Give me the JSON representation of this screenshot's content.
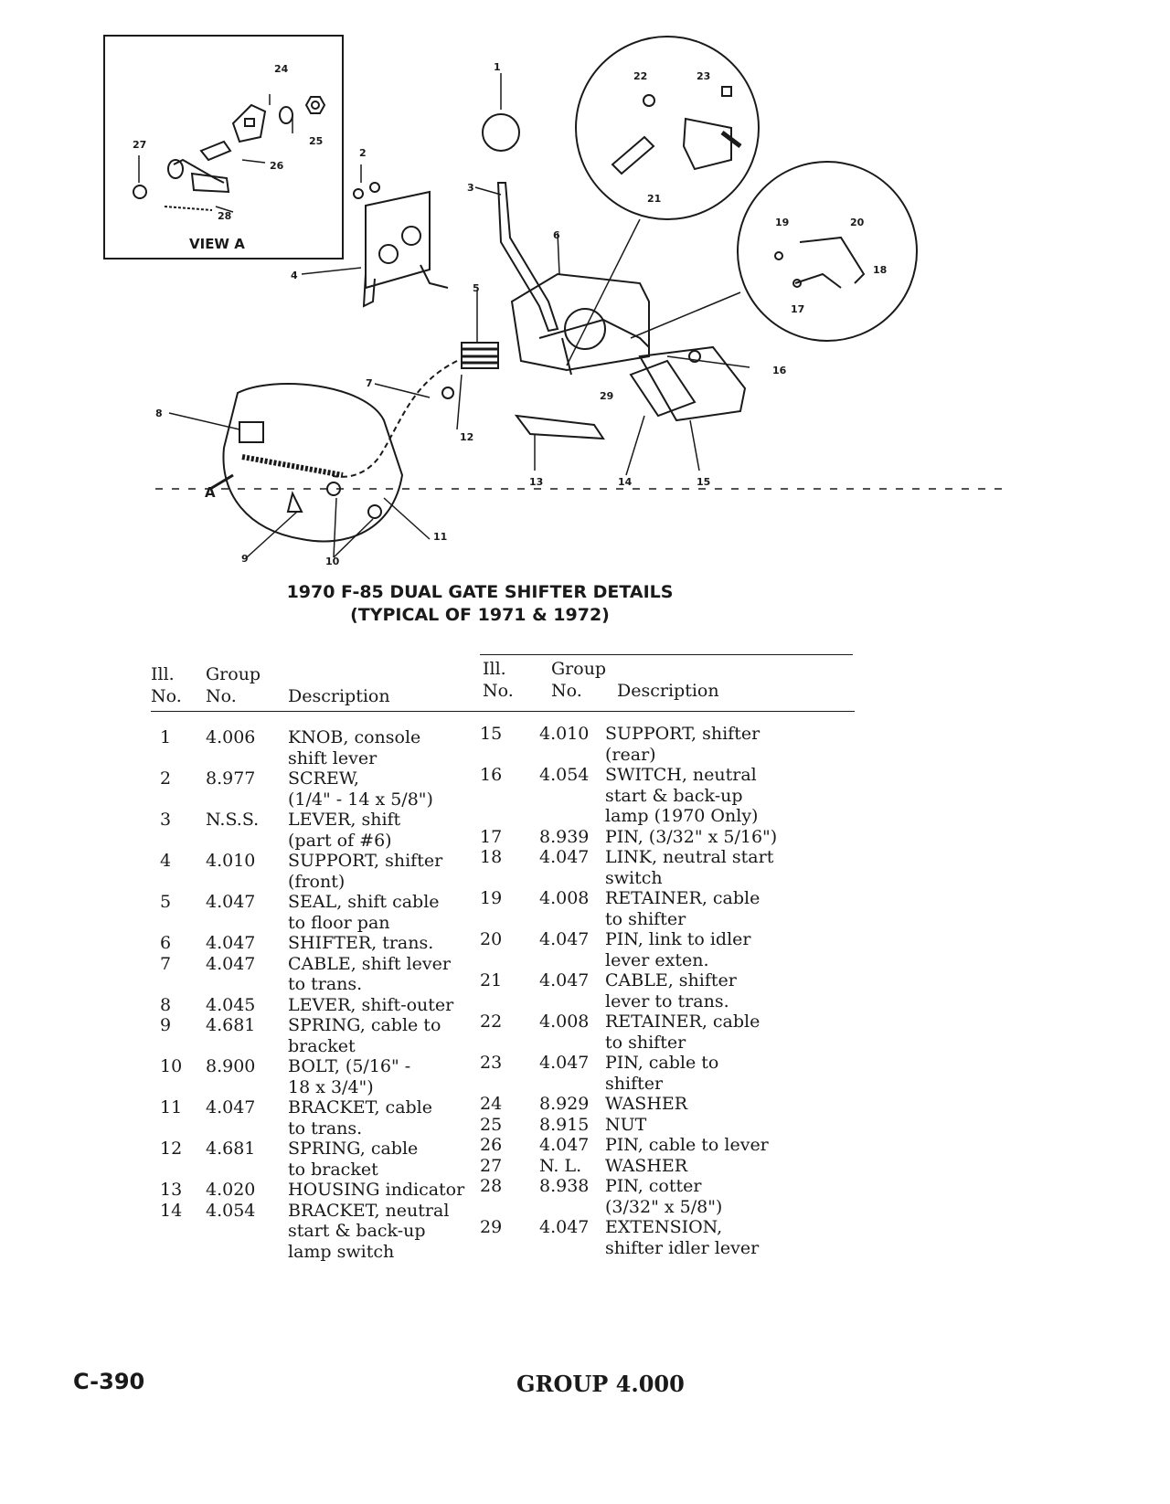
{
  "figure": {
    "view_label": "VIEW A",
    "caption_line1": "1970 F-85 DUAL GATE SHIFTER DETAILS",
    "caption_line2": "(TYPICAL OF 1971 & 1972)",
    "callouts": [
      "1",
      "2",
      "3",
      "4",
      "5",
      "6",
      "7",
      "8",
      "9",
      "10",
      "11",
      "12",
      "13",
      "14",
      "15",
      "16",
      "17",
      "18",
      "19",
      "20",
      "21",
      "22",
      "23",
      "24",
      "25",
      "26",
      "27",
      "28",
      "29",
      "A"
    ]
  },
  "table": {
    "headers": {
      "ill_l1": "Ill.",
      "ill_l2": "No.",
      "group_l1": "Group",
      "group_l2": "No.",
      "desc": "Description"
    },
    "left": [
      {
        "no": "1",
        "group": "4.006",
        "desc": [
          "KNOB, console",
          "shift lever"
        ]
      },
      {
        "no": "2",
        "group": "8.977",
        "desc": [
          "SCREW,",
          "(1/4\" - 14 x 5/8\")"
        ]
      },
      {
        "no": "3",
        "group": "N.S.S.",
        "desc": [
          "LEVER, shift",
          "(part of #6)"
        ]
      },
      {
        "no": "4",
        "group": "4.010",
        "desc": [
          "SUPPORT, shifter",
          "(front)"
        ]
      },
      {
        "no": "5",
        "group": "4.047",
        "desc": [
          "SEAL, shift cable",
          "to floor pan"
        ]
      },
      {
        "no": "6",
        "group": "4.047",
        "desc": [
          "SHIFTER, trans."
        ]
      },
      {
        "no": "7",
        "group": "4.047",
        "desc": [
          "CABLE, shift lever",
          "to trans."
        ]
      },
      {
        "no": "8",
        "group": "4.045",
        "desc": [
          "LEVER, shift-outer"
        ]
      },
      {
        "no": "9",
        "group": "4.681",
        "desc": [
          "SPRING, cable to",
          "bracket"
        ]
      },
      {
        "no": "10",
        "group": "8.900",
        "desc": [
          "BOLT, (5/16\" -",
          "18 x 3/4\")"
        ]
      },
      {
        "no": "11",
        "group": "4.047",
        "desc": [
          "BRACKET, cable",
          "to trans."
        ]
      },
      {
        "no": "12",
        "group": "4.681",
        "desc": [
          "SPRING, cable",
          "to bracket"
        ]
      },
      {
        "no": "13",
        "group": "4.020",
        "desc": [
          "HOUSING indicator"
        ]
      },
      {
        "no": "14",
        "group": "4.054",
        "desc": [
          "BRACKET, neutral",
          "start & back-up",
          "lamp switch"
        ]
      }
    ],
    "right": [
      {
        "no": "15",
        "group": "4.010",
        "desc": [
          "SUPPORT, shifter",
          "(rear)"
        ]
      },
      {
        "no": "16",
        "group": "4.054",
        "desc": [
          "SWITCH, neutral",
          "start & back-up",
          "lamp (1970 Only)"
        ]
      },
      {
        "no": "17",
        "group": "8.939",
        "desc": [
          "PIN, (3/32\" x 5/16\")"
        ]
      },
      {
        "no": "18",
        "group": "4.047",
        "desc": [
          "LINK, neutral start",
          "switch"
        ]
      },
      {
        "no": "19",
        "group": "4.008",
        "desc": [
          "RETAINER, cable",
          "to shifter"
        ]
      },
      {
        "no": "20",
        "group": "4.047",
        "desc": [
          "PIN, link to idler",
          "lever exten."
        ]
      },
      {
        "no": "21",
        "group": "4.047",
        "desc": [
          "CABLE, shifter",
          "lever to trans."
        ]
      },
      {
        "no": "22",
        "group": "4.008",
        "desc": [
          "RETAINER, cable",
          "to shifter"
        ]
      },
      {
        "no": "23",
        "group": "4.047",
        "desc": [
          "PIN, cable to",
          "shifter"
        ]
      },
      {
        "no": "24",
        "group": "8.929",
        "desc": [
          "WASHER"
        ]
      },
      {
        "no": "25",
        "group": "8.915",
        "desc": [
          "NUT"
        ]
      },
      {
        "no": "26",
        "group": "4.047",
        "desc": [
          "PIN, cable to lever"
        ]
      },
      {
        "no": "27",
        "group": "N. L.",
        "desc": [
          "WASHER"
        ]
      },
      {
        "no": "28",
        "group": "8.938",
        "desc": [
          "PIN, cotter",
          "(3/32\" x 5/8\")"
        ]
      },
      {
        "no": "29",
        "group": "4.047",
        "desc": [
          "EXTENSION,",
          "shifter idler lever"
        ]
      }
    ]
  },
  "footer": {
    "page": "C-390",
    "group": "GROUP 4.000"
  }
}
